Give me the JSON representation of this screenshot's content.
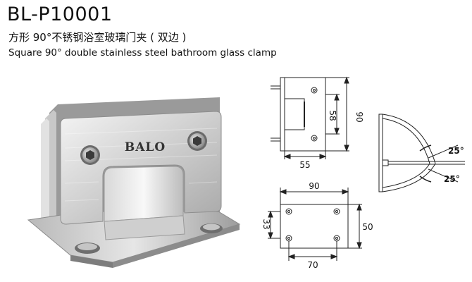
{
  "product": {
    "model": "BL-P10001",
    "title_cn": "方形 90°不锈钢浴室玻璃门夹 ( 双边 )",
    "title_en": "Square 90° double stainless steel bathroom glass clamp",
    "brand_logo": "BALO"
  },
  "drawings": {
    "side_view": {
      "height_overall": "90",
      "height_inner": "58",
      "width": "55"
    },
    "front_view": {
      "width_overall": "90",
      "width_hole": "70",
      "height_overall": "50",
      "height_hole": "33"
    },
    "swing_view": {
      "angle_upper": "25°",
      "angle_lower": "25°"
    }
  }
}
